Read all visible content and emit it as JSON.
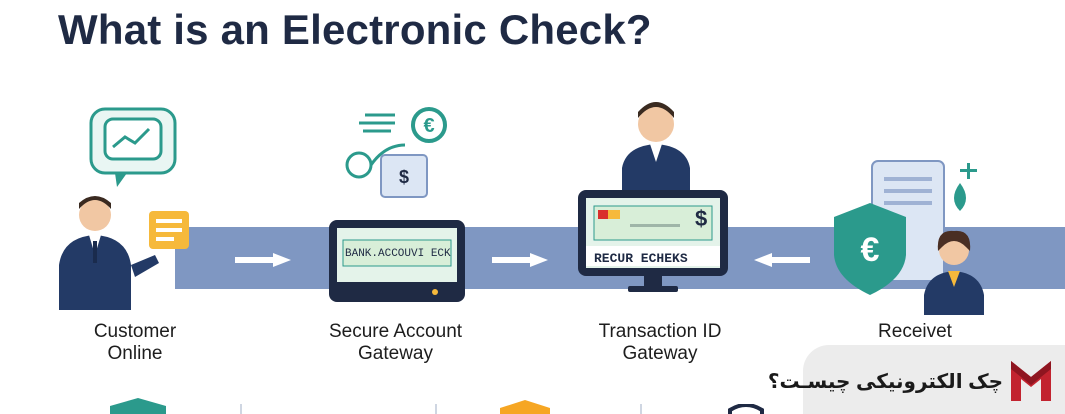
{
  "title": "What is an Electronic Check?",
  "steps": [
    {
      "line1": "Customer",
      "line2": "Online"
    },
    {
      "line1": "Secure Account",
      "line2": "Gateway"
    },
    {
      "line1": "Transaction ID",
      "line2": "Gateway"
    },
    {
      "line1": "Receivet",
      "line2": ""
    }
  ],
  "screen_texts": {
    "bank": "BANK.ACCOUVI ECK",
    "recur": "RECUR ECHEKS",
    "dollar": "$"
  },
  "badge": {
    "text": "چک الکترونیکی چیسـت؟"
  },
  "colors": {
    "band": "#7f97c2",
    "navy": "#1f2a44",
    "teal": "#2b9a8c",
    "brand_red": "#c2232f"
  }
}
